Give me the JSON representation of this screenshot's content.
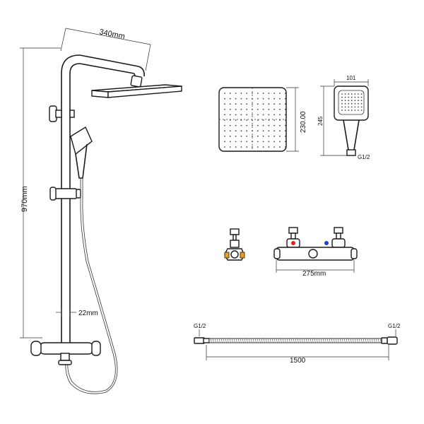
{
  "dimensions": {
    "arm_length": "340mm",
    "total_height": "970mm",
    "pipe_diameter": "22mm",
    "head_height": "230.00",
    "hand_width": "101",
    "hand_height": "245",
    "hand_thread": "G1/2",
    "valve_width": "275mm",
    "hose_thread_left": "G1/2",
    "hose_thread_right": "G1/2",
    "hose_length": "1500"
  },
  "colors": {
    "hot_indicator": "#e02020",
    "cold_indicator": "#2040d0"
  }
}
